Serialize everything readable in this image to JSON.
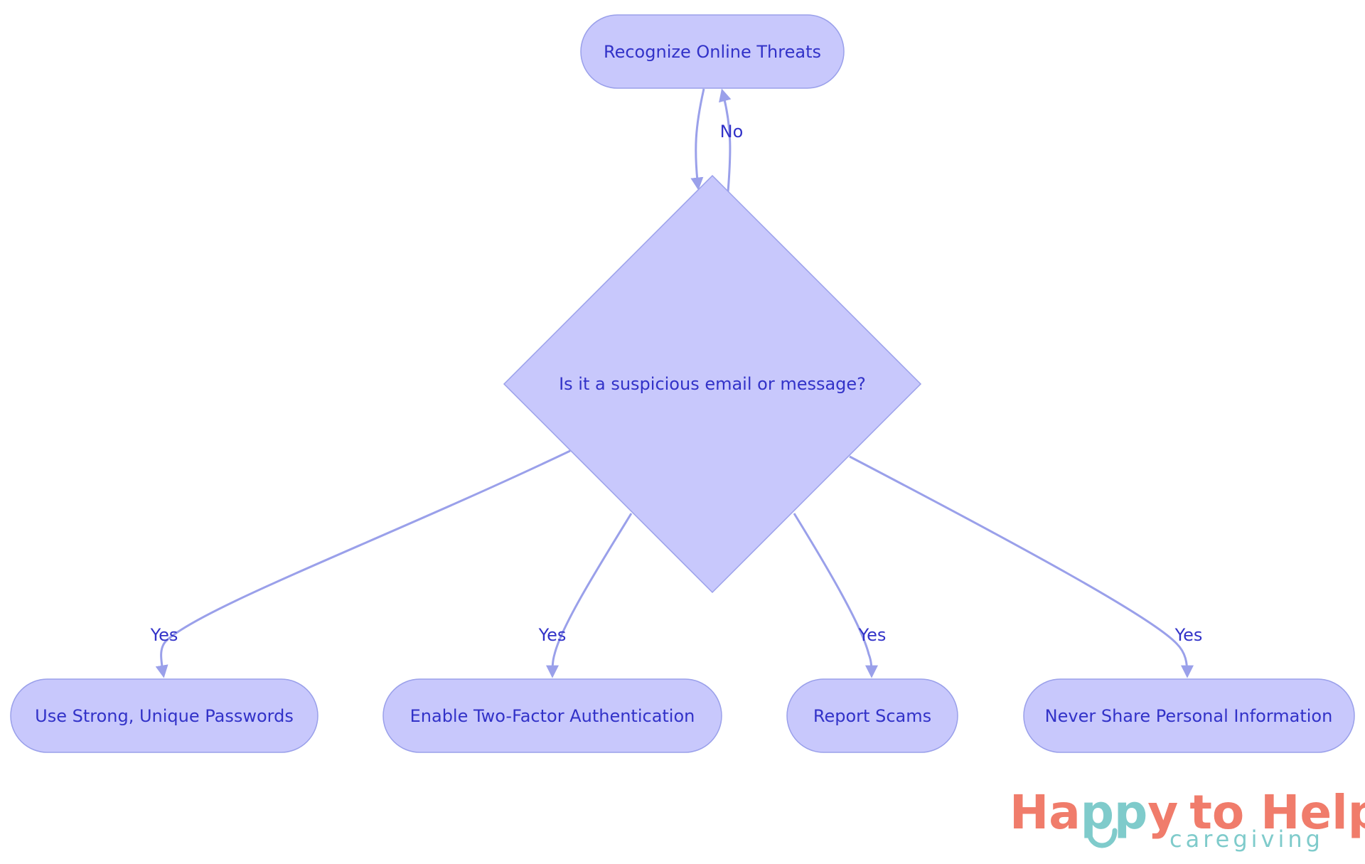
{
  "colors": {
    "node_fill": "#c8c8fc",
    "node_stroke": "#9aa0ea",
    "edge": "#9aa0ea",
    "text": "#3232c8",
    "brand_coral": "#f07c6b",
    "brand_teal": "#7fcbcb"
  },
  "nodes": {
    "start": "Recognize Online Threats",
    "decision": "Is it a suspicious email or message?",
    "passwords": "Use Strong, Unique Passwords",
    "two_factor": "Enable Two-Factor Authentication",
    "report": "Report Scams",
    "never_share": "Never Share Personal Information"
  },
  "edges": {
    "no": "No",
    "yes_passwords": "Yes",
    "yes_two_factor": "Yes",
    "yes_report": "Yes",
    "yes_never_share": "Yes"
  },
  "logo": {
    "word_happy_h": "Ha",
    "word_happy_pp": "pp",
    "word_happy_y": "y",
    "word_rest": "to Help",
    "tagline": "caregiving"
  }
}
